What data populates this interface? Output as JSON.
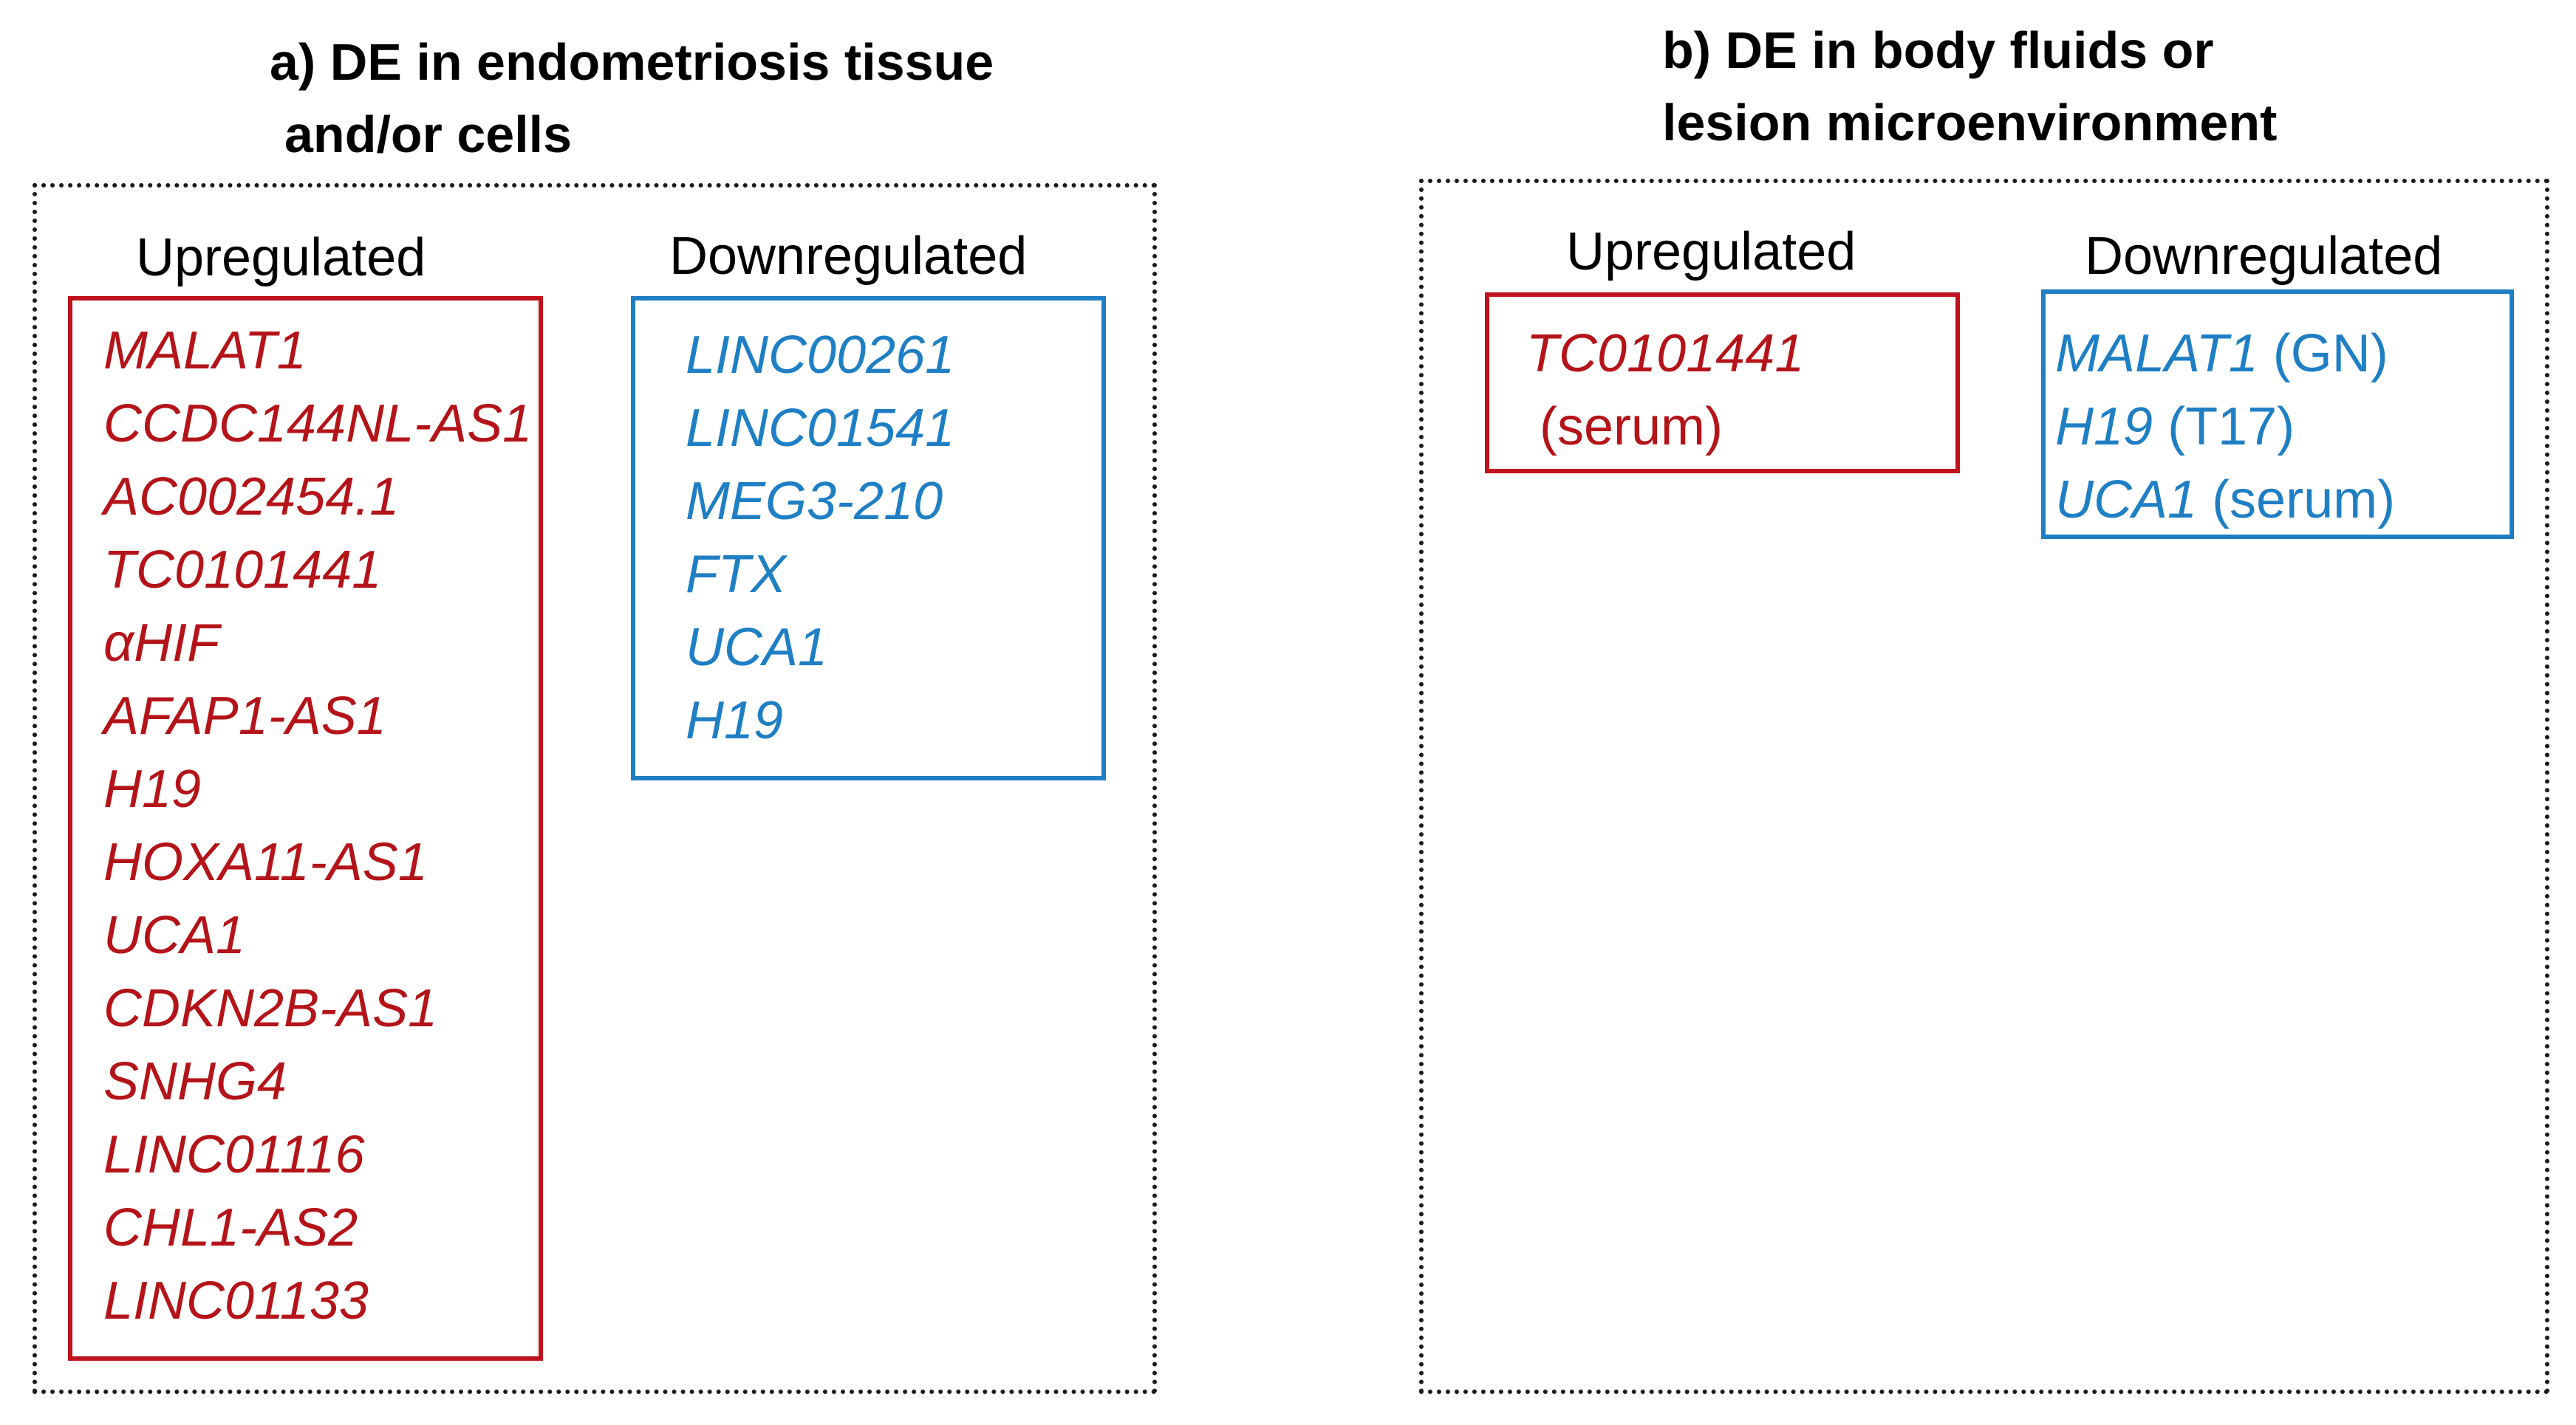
{
  "panel_a": {
    "title_line1": "a) DE in endometriosis tissue",
    "title_line2": "and/or cells",
    "upregulated": {
      "heading": "Upregulated",
      "genes": [
        "MALAT1",
        "CCDC144NL-AS1",
        "AC002454.1",
        "TC0101441",
        "αHIF",
        "AFAP1-AS1",
        "H19",
        "HOXA11-AS1",
        "UCA1",
        "CDKN2B-AS1",
        "SNHG4",
        "LINC01116",
        "CHL1-AS2",
        "LINC01133"
      ]
    },
    "downregulated": {
      "heading": "Downregulated",
      "genes": [
        "LINC00261",
        "LINC01541",
        "MEG3-210",
        "FTX",
        "UCA1",
        "H19"
      ]
    }
  },
  "panel_b": {
    "title_line1": "b) DE in body fluids or",
    "title_line2": "lesion microenvironment",
    "upregulated": {
      "heading": "Upregulated",
      "entries": [
        {
          "gene": "TC0101441",
          "note": ""
        },
        {
          "gene": "",
          "note": "(serum)"
        }
      ]
    },
    "downregulated": {
      "heading": "Downregulated",
      "entries": [
        {
          "gene": "MALAT1",
          "note": "(GN)"
        },
        {
          "gene": "H19",
          "note": "(T17)"
        },
        {
          "gene": "UCA1",
          "note": "(serum)"
        }
      ]
    }
  },
  "colors": {
    "up": "#c0121c",
    "down": "#1f7fc4",
    "panel_border": "#1a1a1a"
  }
}
